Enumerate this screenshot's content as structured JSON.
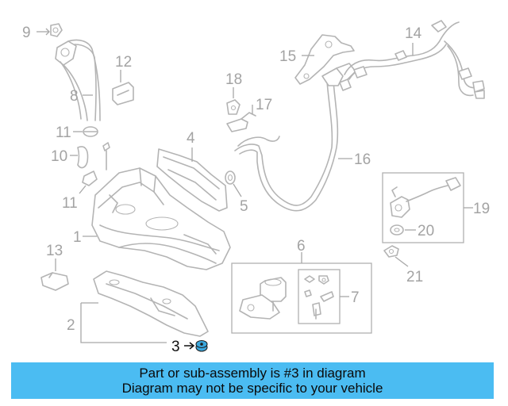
{
  "diagram": {
    "callouts": {
      "c1": "1",
      "c2": "2",
      "c3": "3",
      "c4": "4",
      "c5": "5",
      "c6": "6",
      "c7": "7",
      "c8": "8",
      "c9": "9",
      "c10": "10",
      "c11a": "11",
      "c11b": "11",
      "c12": "12",
      "c13": "13",
      "c14": "14",
      "c15": "15",
      "c16": "16",
      "c17": "17",
      "c18": "18",
      "c19": "19",
      "c20": "20",
      "c21": "21"
    },
    "highlighted_part": "3",
    "highlight_color": "#3aa6dc"
  },
  "banner": {
    "line1": "Part or sub-assembly is #3 in diagram",
    "line2": "Diagram may not be specific to your vehicle",
    "background": "#4bbcf2"
  }
}
